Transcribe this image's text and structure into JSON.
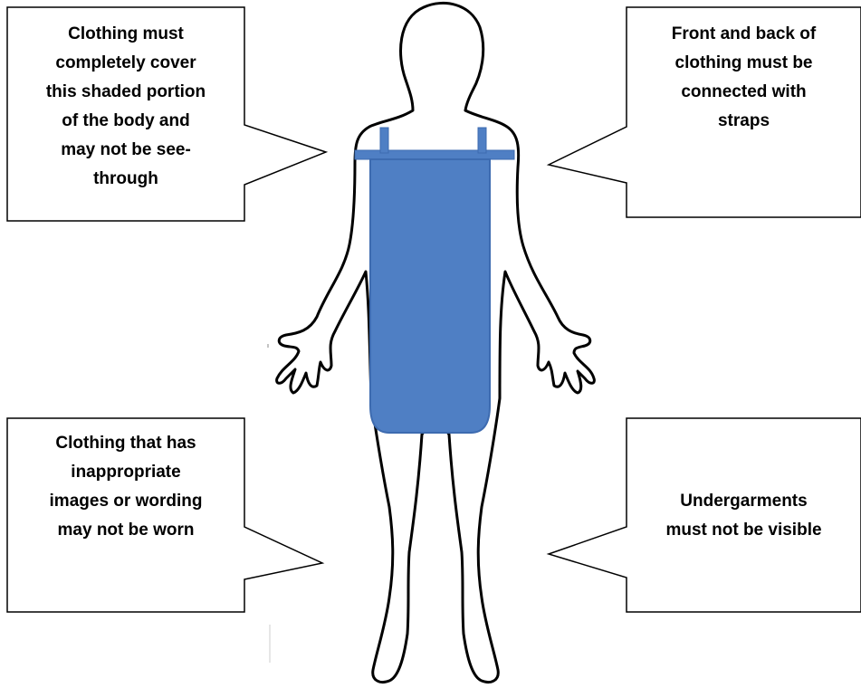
{
  "colors": {
    "shading": "#4f7fc4",
    "shading_stroke": "#3d6bb0",
    "outline": "#000000",
    "background": "#ffffff"
  },
  "callouts": {
    "top_left": "Clothing must\ncompletely cover\nthis shaded portion\nof the body and\nmay not be see-\nthrough",
    "top_right": "Front and back of\nclothing must be\nconnected with\nstraps",
    "bottom_left": "Clothing that has\ninappropriate\nimages or wording\nmay not be worn",
    "bottom_right": "Undergarments\nmust not be visible"
  }
}
